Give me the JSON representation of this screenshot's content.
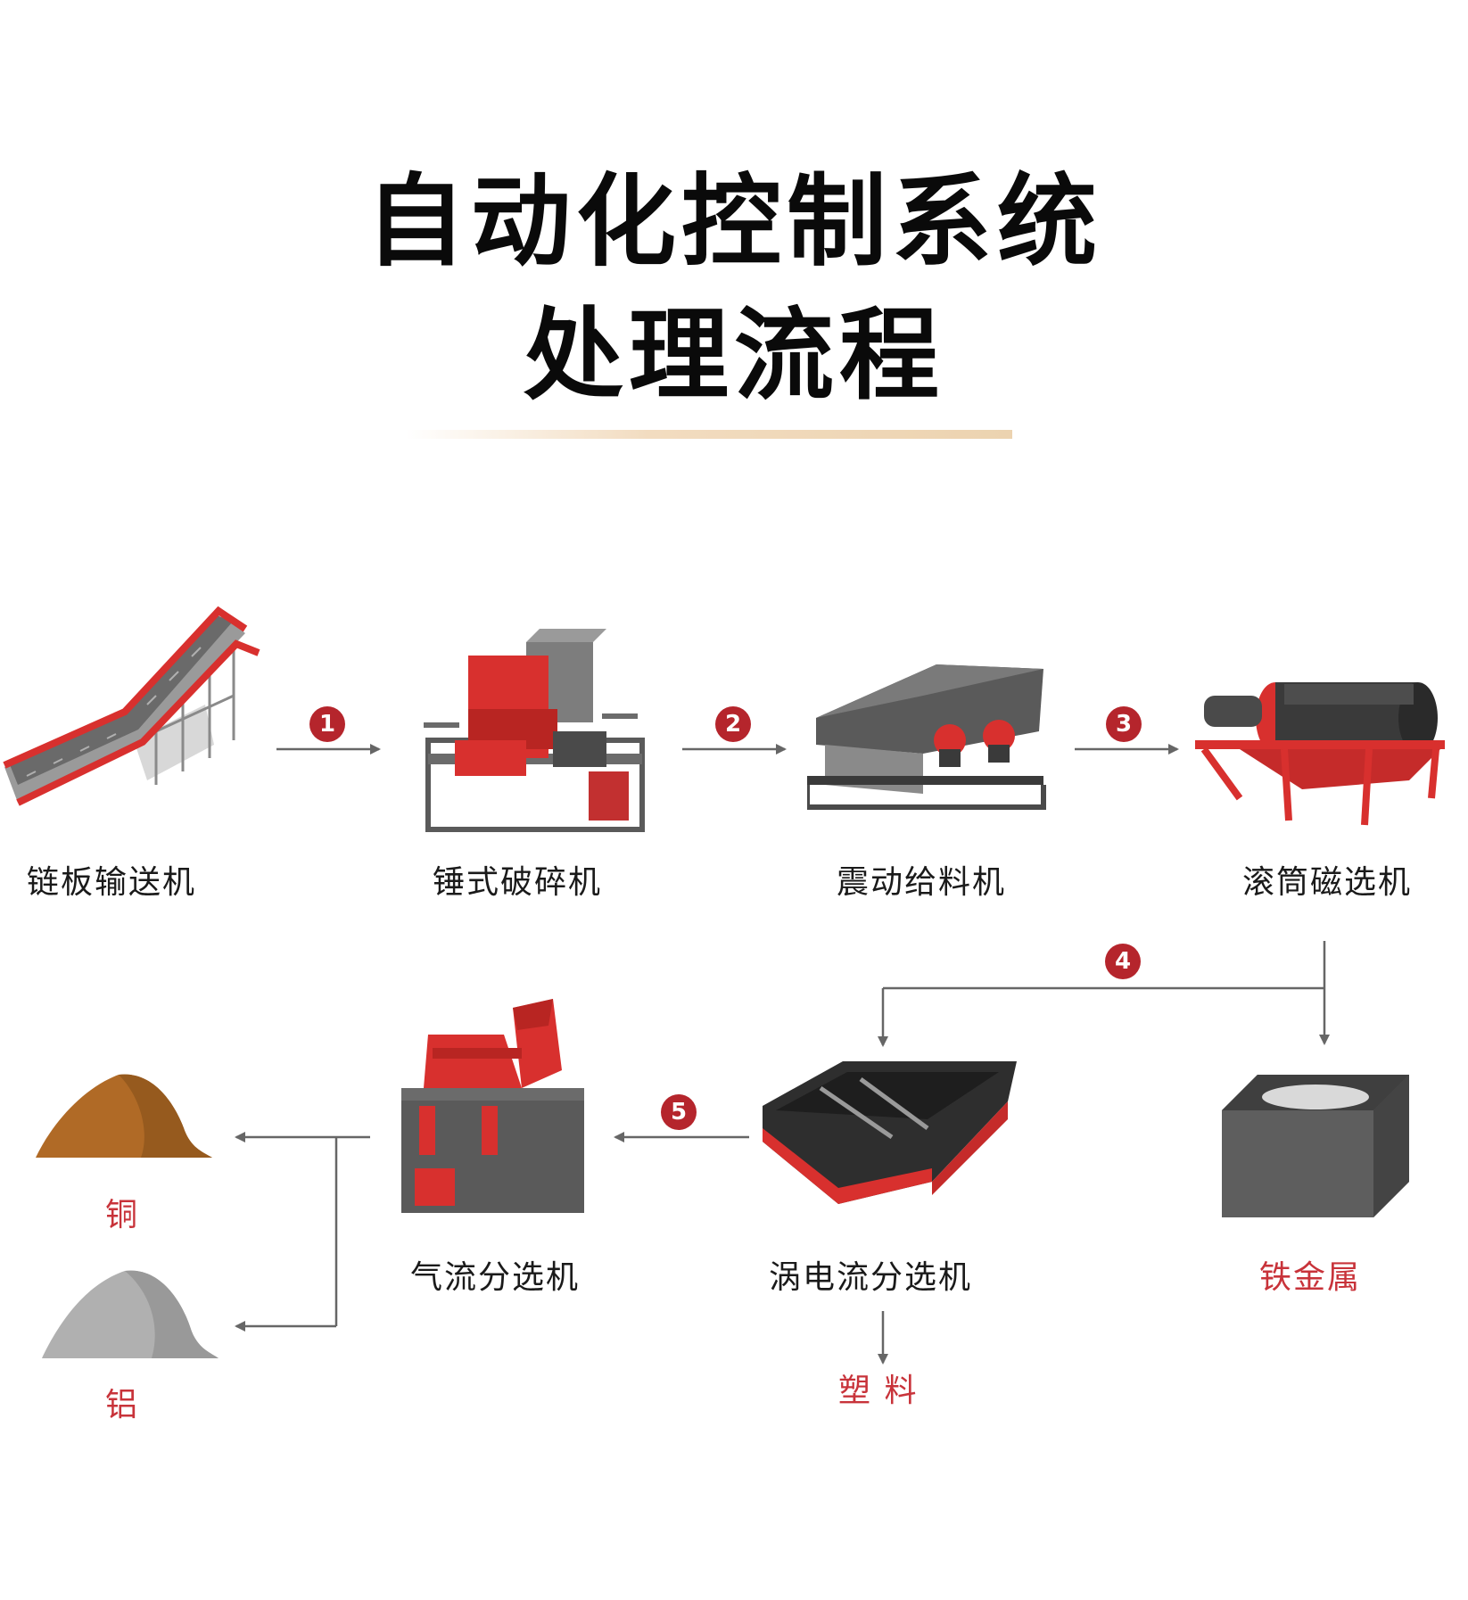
{
  "title": {
    "line1": "自动化控制系统",
    "line2": "处理流程"
  },
  "steps": [
    {
      "num": "1",
      "label": "链板输送机"
    },
    {
      "num": "2",
      "label": "锤式破碎机"
    },
    {
      "num": "3",
      "label": "震动给料机"
    },
    {
      "num": "4",
      "label": "滚筒磁选机"
    },
    {
      "num": "5",
      "label": "涡电流分选机"
    },
    {
      "label": "气流分选机"
    }
  ],
  "outputs": {
    "iron": "铁金属",
    "plastic": "塑 料",
    "copper": "铜",
    "aluminum": "铝"
  },
  "colors": {
    "accent_red": "#c8333a",
    "badge_red": "#b5252c",
    "machine_red": "#d8302e",
    "machine_dark": "#4a4a4a",
    "arrow_gray": "#666666",
    "copper_pile": "#b06a26",
    "aluminum_pile": "#a8a8a8"
  }
}
